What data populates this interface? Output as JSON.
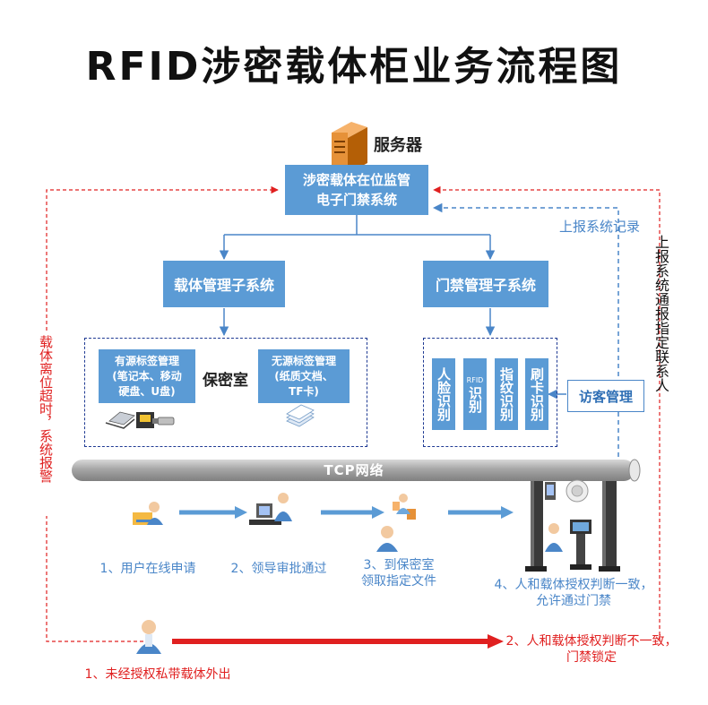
{
  "title": "RFID涉密载体柜业务流程图",
  "server": {
    "label": "服务器"
  },
  "monitor": {
    "line1": "涉密载体在位监管",
    "line2": "电子门禁系统"
  },
  "carrier_mgmt": {
    "label": "载体管理子系统"
  },
  "access_mgmt": {
    "label": "门禁管理子系统"
  },
  "secure_room": {
    "label": "保密室",
    "active_tag": "有源标签管理\n(笔记本、移动\n硬盘、U盘)",
    "passive_tag": "无源标签管理\n(纸质文档、\nTF卡)"
  },
  "recognition": [
    {
      "label": "人脸识别",
      "small": ""
    },
    {
      "label": "识别",
      "small": "RFID"
    },
    {
      "label": "指纹识别",
      "small": ""
    },
    {
      "label": "刷卡识别",
      "small": ""
    }
  ],
  "visitor": {
    "label": "访客管理"
  },
  "report_record": "上报系统记录",
  "report_contact": "上报系统通报指定联系人",
  "alarm": "载体离位超时，系统报警",
  "network": {
    "label": "TCP网络"
  },
  "steps": {
    "s1": "1、用户在线申请",
    "s2": "2、领导审批通过",
    "s3": "3、到保密室\n领取指定文件",
    "s4": "4、人和载体授权判断一致，\n允许通过门禁"
  },
  "exception": {
    "e1": "1、未经授权私带载体外出",
    "e2": "2、人和载体授权判断不一致，\n门禁锁定"
  },
  "colors": {
    "box": "#5b9bd5",
    "arrow_blue": "#4a86c8",
    "arrow_red": "#e02020",
    "dash_navy": "#1f3a93"
  }
}
